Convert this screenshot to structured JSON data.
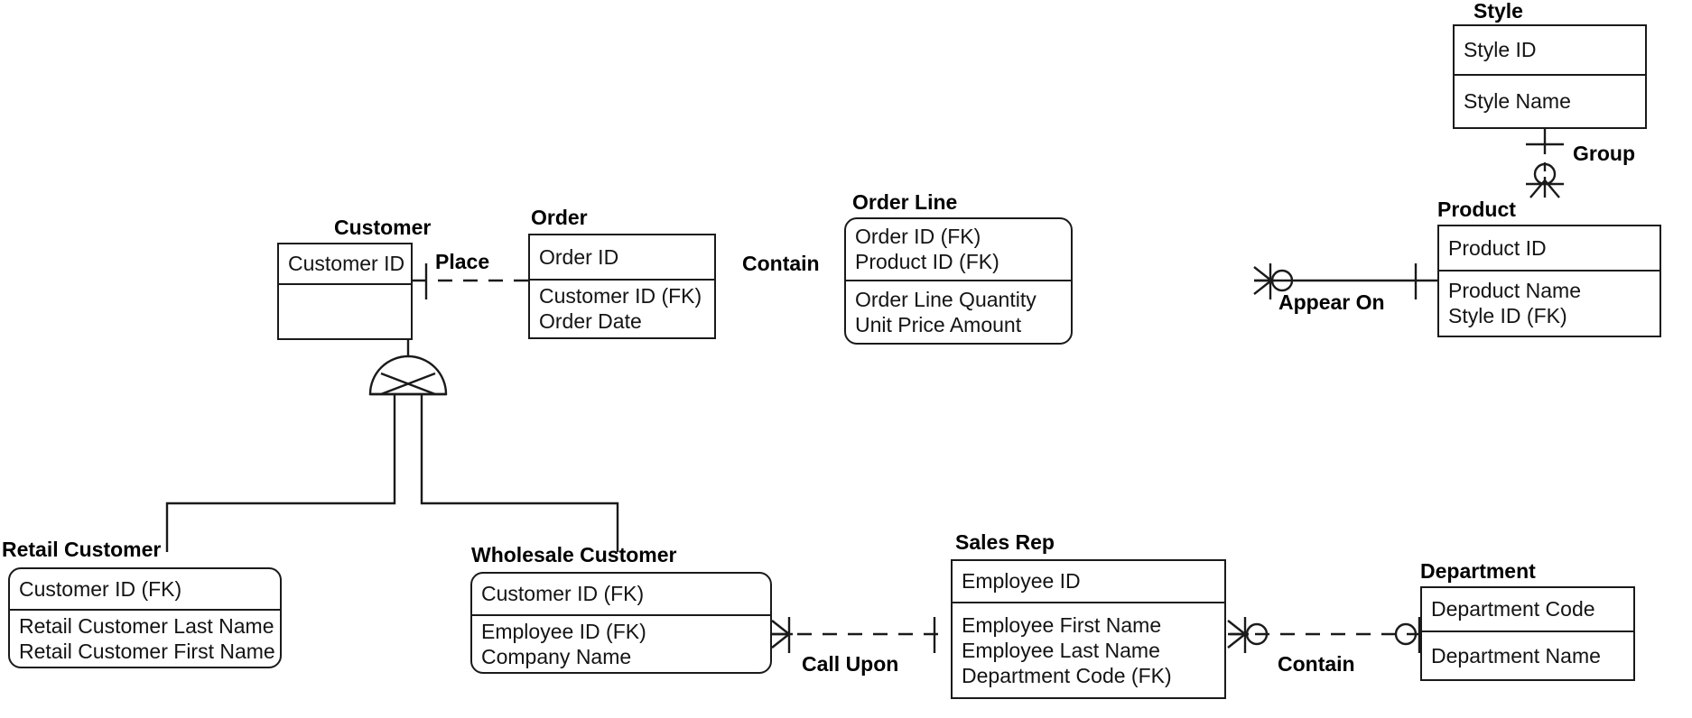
{
  "diagram": {
    "type": "er-diagram",
    "notation": "IDEF1X / crows-foot",
    "stroke_color": "#1a1a1a",
    "background_color": "#ffffff"
  },
  "entities": [
    {
      "id": "style",
      "name": "Style",
      "shape": "rectangle",
      "kind": "independent",
      "keys": [
        "Style ID"
      ],
      "attributes": [
        "Style Name"
      ]
    },
    {
      "id": "product",
      "name": "Product",
      "shape": "rectangle",
      "kind": "independent",
      "keys": [
        "Product ID"
      ],
      "attributes": [
        "Product Name",
        "Style ID (FK)"
      ]
    },
    {
      "id": "customer",
      "name": "Customer",
      "shape": "rectangle",
      "kind": "independent",
      "keys": [
        "Customer ID"
      ],
      "attributes": []
    },
    {
      "id": "order",
      "name": "Order",
      "shape": "rectangle",
      "kind": "independent",
      "keys": [
        "Order ID"
      ],
      "attributes": [
        "Customer ID (FK)",
        "Order Date"
      ]
    },
    {
      "id": "order-line",
      "name": "Order Line",
      "shape": "rounded-rectangle",
      "kind": "dependent",
      "keys": [
        "Order ID (FK)",
        "Product ID (FK)"
      ],
      "attributes": [
        "Order Line Quantity",
        "Unit Price Amount"
      ]
    },
    {
      "id": "retail-customer",
      "name": "Retail Customer",
      "shape": "rounded-rectangle",
      "kind": "dependent",
      "keys": [
        "Customer ID (FK)"
      ],
      "attributes": [
        "Retail Customer Last Name",
        "Retail Customer First Name"
      ]
    },
    {
      "id": "wholesale-customer",
      "name": "Wholesale Customer",
      "shape": "rounded-rectangle",
      "kind": "dependent",
      "keys": [
        "Customer ID (FK)"
      ],
      "attributes": [
        "Employee ID (FK)",
        "Company Name"
      ]
    },
    {
      "id": "sales-rep",
      "name": "Sales Rep",
      "shape": "rectangle",
      "kind": "independent",
      "keys": [
        "Employee ID"
      ],
      "attributes": [
        "Employee First Name",
        "Employee Last Name",
        "Department Code (FK)"
      ]
    },
    {
      "id": "department",
      "name": "Department",
      "shape": "rectangle",
      "kind": "independent",
      "keys": [
        "Department Code"
      ],
      "attributes": [
        "Department Name"
      ]
    }
  ],
  "relationships": [
    {
      "id": "group",
      "label": "Group",
      "from": "style",
      "to": "product",
      "line": "dashed",
      "from_cardinality": "exactly-one",
      "to_cardinality": "zero-or-many",
      "orientation": "vertical"
    },
    {
      "id": "place",
      "label": "Place",
      "from": "customer",
      "to": "order",
      "line": "dashed",
      "from_cardinality": "exactly-one",
      "to_cardinality": "zero-or-many",
      "orientation": "horizontal"
    },
    {
      "id": "contain-order-line",
      "label": "Contain",
      "from": "order",
      "to": "order-line",
      "line": "solid",
      "from_cardinality": "exactly-one",
      "to_cardinality": "one-or-many",
      "orientation": "horizontal"
    },
    {
      "id": "appear-on",
      "label": "Appear On",
      "from": "order-line",
      "to": "product",
      "line": "solid",
      "from_cardinality": "zero-or-many",
      "to_cardinality": "exactly-one",
      "orientation": "horizontal"
    },
    {
      "id": "customer-subtype",
      "label": "",
      "from": "customer",
      "to": [
        "retail-customer",
        "wholesale-customer"
      ],
      "line": "solid",
      "symbol": "exclusive-subtype",
      "orientation": "vertical"
    },
    {
      "id": "call-upon",
      "label": "Call Upon",
      "from": "wholesale-customer",
      "to": "sales-rep",
      "line": "dashed",
      "from_cardinality": "one-or-many",
      "to_cardinality": "exactly-one",
      "orientation": "horizontal"
    },
    {
      "id": "contain-department",
      "label": "Contain",
      "from": "sales-rep",
      "to": "department",
      "line": "dashed",
      "from_cardinality": "zero-or-many",
      "to_cardinality": "zero-or-one",
      "orientation": "horizontal"
    }
  ]
}
